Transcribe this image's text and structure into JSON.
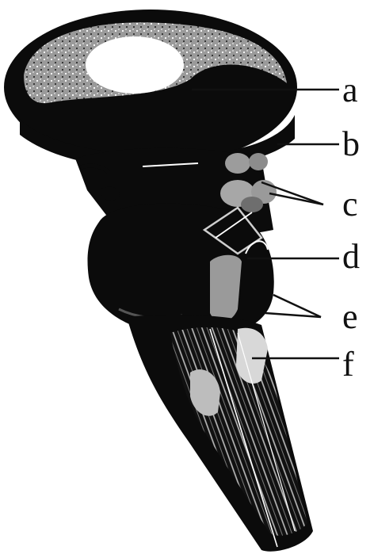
{
  "labels": {
    "a": "a",
    "b": "b",
    "c": "c",
    "d": "d",
    "e": "e",
    "f": "f"
  },
  "colors": {
    "ink": "#0b0b0b",
    "highlight": "#ffffff",
    "grey": "#8f8f8f",
    "background": "#ffffff"
  }
}
